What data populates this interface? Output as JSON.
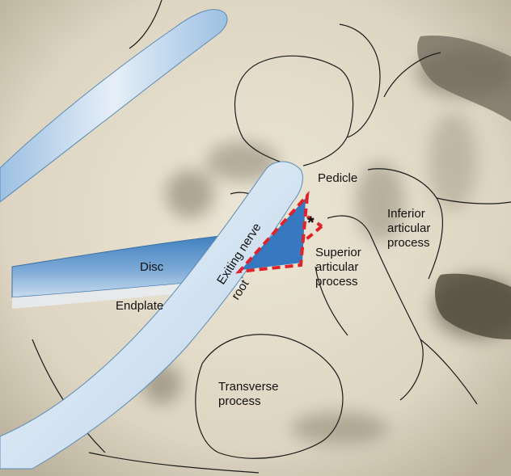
{
  "figure": {
    "labels": {
      "disc": "Disc",
      "endplate": "Endplate",
      "exiting_nerve": "Exiting nerve",
      "exiting_nerve_cont": "root",
      "pedicle": "Pedicle",
      "inferior_1": "Inferior",
      "inferior_2": "articular",
      "inferior_3": "process",
      "superior_1": "Superior",
      "superior_2": "articular",
      "superior_3": "process",
      "transverse_1": "Transverse",
      "transverse_2": "process",
      "asterisk": "*"
    },
    "colors": {
      "bone": "#e3dcc9",
      "bone_shadow": "#8c8475",
      "nerve": "#5b93c9",
      "nerve_light": "#d8e6f2",
      "triangle_fill": "#2d73c0",
      "triangle_outline": "#e0232a",
      "outline": "#1b1b1b"
    }
  }
}
